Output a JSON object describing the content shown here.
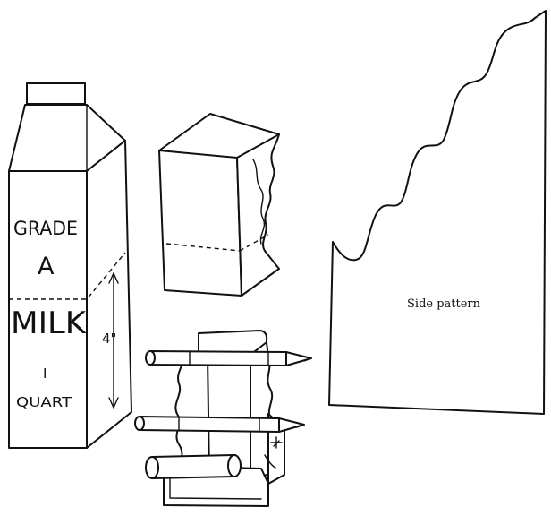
{
  "carton": {
    "label_line1": "GRADE",
    "label_line2": "A",
    "label_line3": "MILK",
    "label_line4": "I",
    "label_line5": "QUART",
    "measurement": "4\""
  },
  "pattern": {
    "caption": "Side pattern"
  }
}
